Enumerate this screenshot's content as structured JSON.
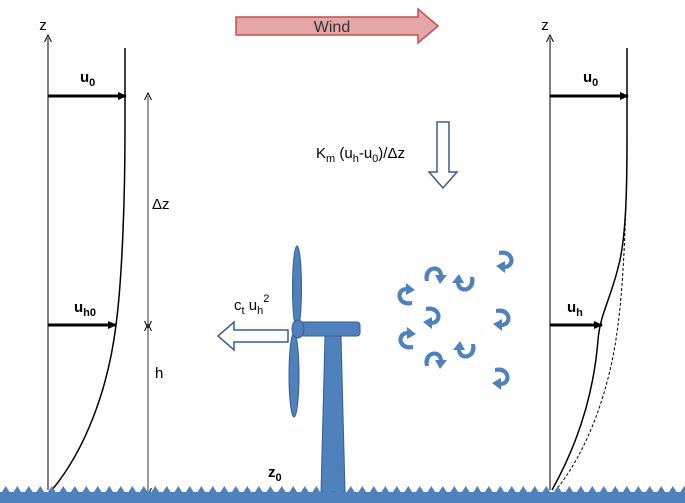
{
  "labels": {
    "wind": "Wind",
    "z_left": "z",
    "z_right": "z",
    "u0_left": {
      "main": "u",
      "sub": "0"
    },
    "u0_right": {
      "main": "u",
      "sub": "0"
    },
    "uh0": {
      "main": "u",
      "sub": "h0"
    },
    "uh": {
      "main": "u",
      "sub": "h"
    },
    "delta_z": "Δz",
    "h": "h",
    "z0": {
      "main": "z",
      "sub": "0"
    },
    "flux": {
      "k": "K",
      "k_sub": "m",
      "open": " (u",
      "sub1": "h",
      "mid": "-u",
      "sub2": "0",
      "close": ")/Δz"
    },
    "thrust": {
      "c": "c",
      "c_sub": "t",
      "u": " u",
      "u_sub": "h",
      "u_sup": "2"
    }
  },
  "colors": {
    "wind_arrow_fill": "#e6a6a8",
    "wind_arrow_stroke": "#c0504d",
    "turbine": "#4f81bd",
    "turbine_dark": "#385d8a",
    "ground": "#4f81bd",
    "eddy": "#4f81bd",
    "axis": "#000000"
  },
  "icons": {
    "wind": "arrow-right-icon",
    "flux": "arrow-down-icon",
    "thrust": "arrow-left-icon",
    "eddy": "curved-arrow-icon"
  }
}
